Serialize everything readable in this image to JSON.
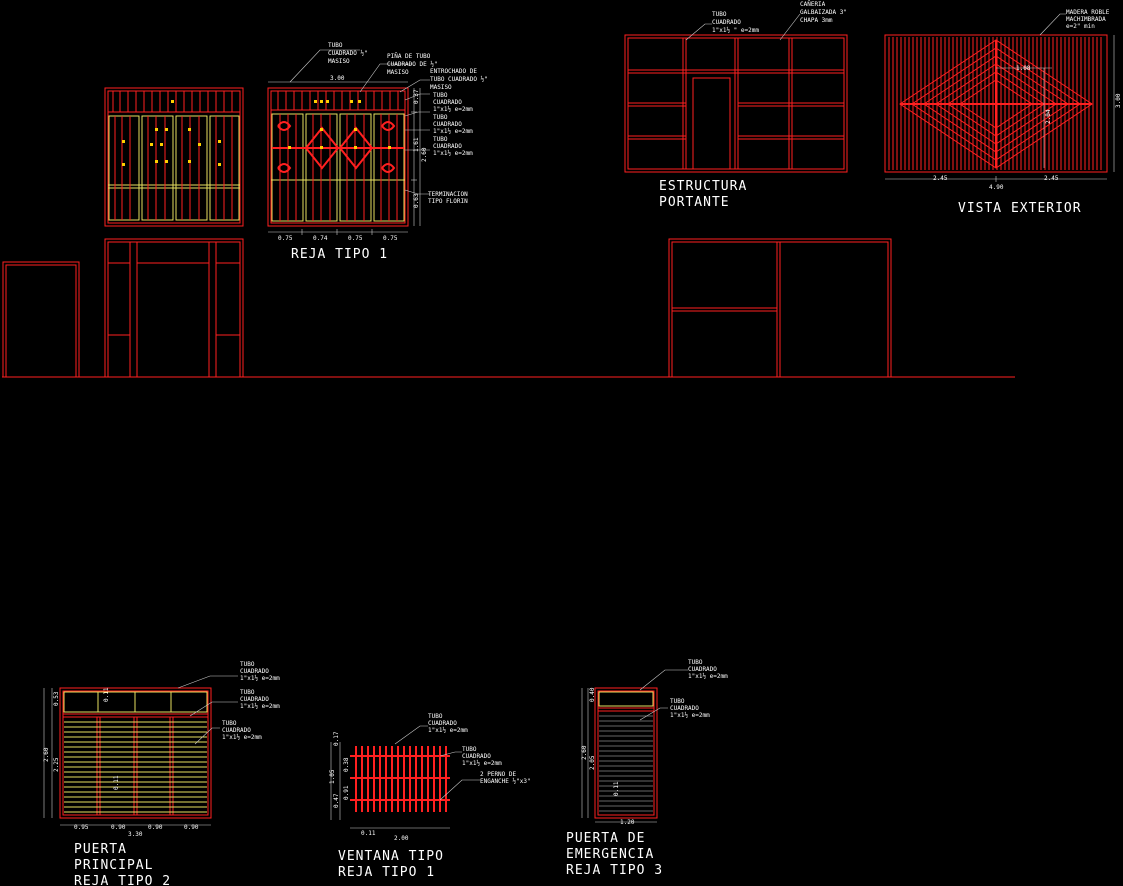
{
  "titles": {
    "reja_tipo_1": "REJA TIPO 1",
    "estructura_1": "ESTRUCTURA",
    "estructura_2": "PORTANTE",
    "vista_exterior": "VISTA EXTERIOR",
    "puerta_principal_1": "PUERTA",
    "puerta_principal_2": "PRINCIPAL",
    "puerta_principal_3": "REJA TIPO 2",
    "ventana_1": "VENTANA TIPO",
    "ventana_2": "REJA TIPO 1",
    "emergencia_1": "PUERTA DE",
    "emergencia_2": "EMERGENCIA",
    "emergencia_3": "REJA TIPO 3"
  },
  "notes": {
    "tubo_macizo": [
      "TUBO",
      "CUADRADO ½\"",
      "MASISO"
    ],
    "pina": [
      "PIÑA DE TUBO",
      "CUADRADO DE ½\"",
      "MASISO"
    ],
    "entrochado": [
      "ENTROCHADO DE",
      "TUBO CUADRADO ½\"",
      "MASISO"
    ],
    "tubo_a": [
      "TUBO",
      "CUADRADO",
      "1\"x1½  e=2mm"
    ],
    "tubo_b": [
      "TUBO",
      "CUADRADO",
      "1\"x1½  e=2mm"
    ],
    "tubo_c": [
      "TUBO",
      "CUADRADO",
      "1\"x1½  e=2mm"
    ],
    "terminacion": [
      "TERMINACION",
      "TIPO FLORIN"
    ],
    "tubo_estructura": [
      "TUBO",
      "CUADRADO",
      "1\"x1½ \" e=2mm"
    ],
    "caneria": [
      "CAÑERIA",
      "GALBAIZADA 3\"",
      "CHAPA 3mm"
    ],
    "madera": [
      "MADERA ROBLE",
      "MACHIMBRADA",
      "e=2\" min"
    ],
    "pp_tubo_1": [
      "TUBO",
      "CUADRADO",
      "1\"x1½  e=2mm"
    ],
    "pp_tubo_2": [
      "TUBO",
      "CUADRADO",
      "1\"x1½  e=2mm"
    ],
    "pp_tubo_3": [
      "TUBO",
      "CUADRADO",
      "1\"x1½  e=2mm"
    ],
    "v_tubo_1": [
      "TUBO",
      "CUADRADO",
      "1\"x1½  e=2mm"
    ],
    "v_tubo_2": [
      "TUBO",
      "CUADRADO",
      "1\"x1½  e=2mm"
    ],
    "v_perno": [
      "2 PERNO DE",
      "ENGANCHE ½\"x3\""
    ],
    "e_tubo_1": [
      "TUBO",
      "CUADRADO",
      "1\"x1½  e=2mm"
    ],
    "e_tubo_2": [
      "TUBO",
      "CUADRADO",
      "1\"x1½  e=2mm"
    ]
  },
  "dims": {
    "reja_top": "3.00",
    "reja_bottom": [
      "0.75",
      "0.74",
      "0.75",
      "0.75"
    ],
    "reja_right": [
      "0.37",
      "1.61",
      "0.63"
    ],
    "reja_right_total": "2.60",
    "vista_top": "1.08",
    "vista_center": "2.04",
    "vista_right": "3.00",
    "vista_bottom": [
      "2.45",
      "4.90",
      "2.45"
    ],
    "pp_bottom": [
      "0.95",
      "0.90",
      "0.90",
      "0.90"
    ],
    "pp_total": "3.30",
    "pp_left": [
      "0.53",
      "2.60",
      "2.25"
    ],
    "pp_inner": [
      "0.11",
      "0.11"
    ],
    "v_left": [
      "0.17",
      "1.05",
      "0.47",
      "0.91"
    ],
    "v_inner": "0.38",
    "v_bottom": [
      "0.11",
      "2.00"
    ],
    "e_left": [
      "0.40",
      "2.60",
      "2.05"
    ],
    "e_inner": "0.11",
    "e_bottom": "1.20"
  }
}
